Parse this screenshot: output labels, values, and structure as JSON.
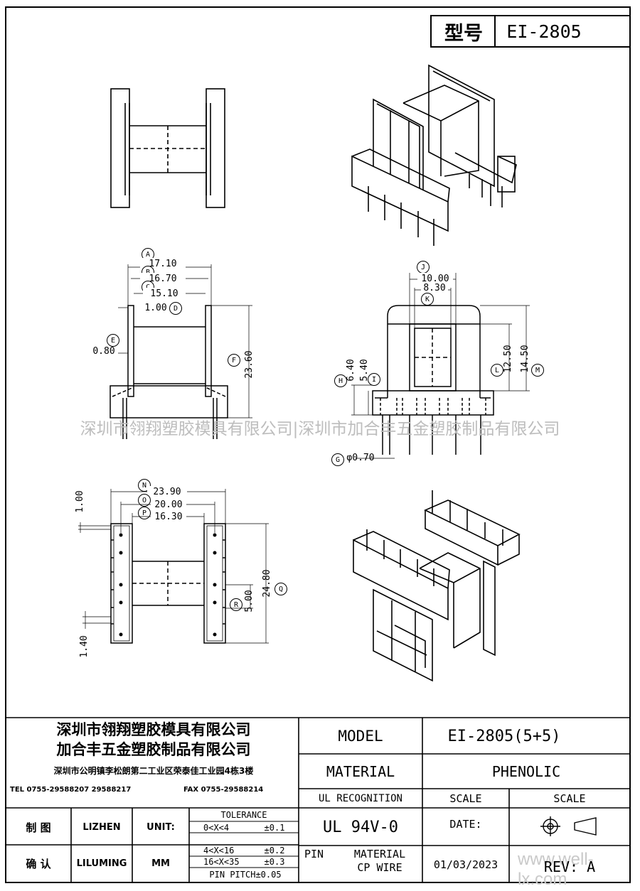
{
  "header": {
    "model_label": "型号",
    "model_value": "EI-2805"
  },
  "watermark": {
    "line": "深圳市翎翔塑胶模具有限公司|深圳市加合丰五金塑胶制品有限公司",
    "site": "www.well-lx.com"
  },
  "dimensions": {
    "a": {
      "tag": "A",
      "value": "17.10"
    },
    "b": {
      "tag": "B",
      "value": "16.70"
    },
    "c": {
      "tag": "C",
      "value": "15.10"
    },
    "d": {
      "tag": "D",
      "value": "1.00"
    },
    "e": {
      "tag": "E",
      "value": "0.80"
    },
    "f": {
      "tag": "F",
      "value": "23.60"
    },
    "j": {
      "tag": "J",
      "value": "10.00"
    },
    "k": {
      "tag": "K",
      "value": "8.30"
    },
    "h": {
      "tag": "H",
      "value": "6.40"
    },
    "i": {
      "tag": "I",
      "value": "5.40"
    },
    "l": {
      "tag": "L",
      "value": "12.50"
    },
    "m": {
      "tag": "M",
      "value": "14.50"
    },
    "g": {
      "tag": "G",
      "value": "φ0.70"
    },
    "n": {
      "tag": "N",
      "value": "23.90"
    },
    "o": {
      "tag": "O",
      "value": "20.00"
    },
    "p": {
      "tag": "P",
      "value": "16.30"
    },
    "q": {
      "tag": "Q",
      "value": "24.80"
    },
    "r": {
      "tag": "R",
      "value": "5.00"
    },
    "pitch_top": "1.00",
    "pitch_bottom": "1.40"
  },
  "title_block": {
    "company_1": "深圳市翎翔塑胶模具有限公司",
    "company_2": "加合丰五金塑胶制品有限公司",
    "address": "深圳市公明镇李松朗第二工业区荣泰佳工业园4栋3楼",
    "tel": "TEL 0755-29588207 29588217",
    "fax": "FAX 0755-29588214",
    "model_label": "MODEL",
    "model_value": "EI-2805(5+5)",
    "material_label": "MATERIAL",
    "material_value": "PHENOLIC",
    "ul_label": "UL RECOGNITION",
    "ul_value": "UL 94V-0",
    "scale_label_1": "SCALE",
    "scale_label_2": "SCALE",
    "date_label": "DATE:",
    "date_value": "01/03/2023",
    "rev": "REV: A",
    "pin_label": "PIN",
    "pin_material_label": "MATERIAL",
    "pin_material_value": "CP WIRE",
    "drawn_label": "制 图",
    "drawn_value": "LIZHEN",
    "checked_label": "确 认",
    "checked_value": "LILUMING",
    "unit_label": "UNIT:",
    "unit_value": "MM",
    "tolerance_title": "TOLERANCE",
    "tolerances": [
      {
        "range": "0<X<4",
        "tol": "±0.1"
      },
      {
        "range": "4<X<16",
        "tol": "±0.2"
      },
      {
        "range": "16<X<35",
        "tol": "±0.3"
      }
    ],
    "pin_pitch": "PIN PITCH±0.05"
  }
}
